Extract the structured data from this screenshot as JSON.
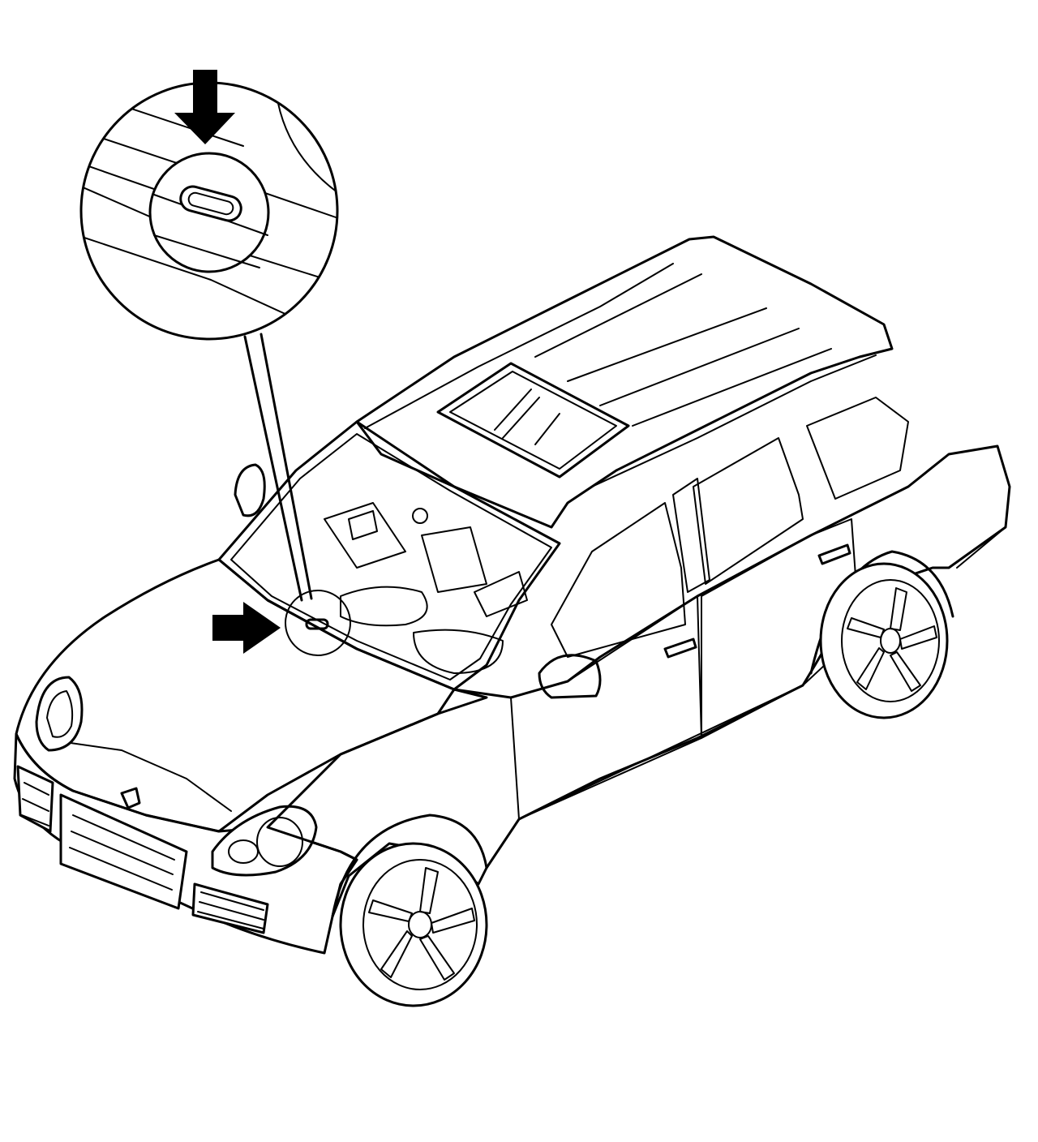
{
  "figure": {
    "subject": "vehicle-illustration-3-4-front-view",
    "callout": "detail-magnifier-windshield-washer-nozzle",
    "arrows": [
      "arrow-pointer-detail",
      "arrow-pointer-vehicle"
    ],
    "colors": {
      "line": "#000000",
      "background": "#ffffff"
    }
  }
}
